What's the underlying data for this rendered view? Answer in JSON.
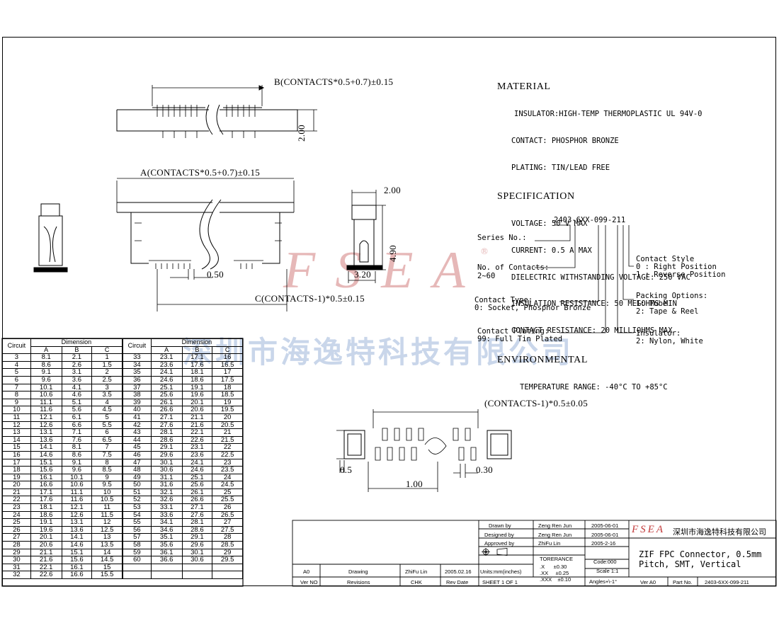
{
  "dims": {
    "b": "B(CONTACTS*0.5+0.7)±0.15",
    "h200": "2.00",
    "a": "A(CONTACTS*0.5+0.7)±0.15",
    "w200": "2.00",
    "h490": "4.90",
    "w320": "3.20",
    "p050": "0.50",
    "c": "C(CONTACTS-1)*0.5±0.15",
    "pad_pitch": "(CONTACTS-1)*0.5±0.05",
    "pad05": "0.5",
    "pad030": "0.30",
    "pad100": "1.00"
  },
  "material": {
    "title": "MATERIAL",
    "lines": [
      "INSULATOR:HIGH-TEMP THERMOPLASTIC UL 94V-0",
      "CONTACT: PHOSPHOR BRONZE",
      "PLATING: TIN/LEAD FREE"
    ]
  },
  "specification": {
    "title": "SPECIFICATION",
    "lines": [
      "VOLTAGE: 50 V MAX",
      "CURRENT: 0.5 A MAX",
      "DIELECTRIC WITHSTANDING VOLTAGE: 250 VAC",
      "INSULATION RESISTANCE: 50 MEGOHMS MIN",
      "CONTACT RESISTANCE: 20 MILLIOHMS MAX"
    ]
  },
  "environmental": {
    "title": "ENVIRONMENTAL",
    "lines": [
      "TEMPERATURE RANGE: -40°C TO +85°C"
    ]
  },
  "part_number": {
    "code": "2403-6XX-099-211",
    "series": "Series No.:",
    "contacts": "No. of Contacts:",
    "contacts_range": "2~60",
    "type": "Contact Type:",
    "type_val": "0: Socket, Phosphor Bronze",
    "plating": "Contact Plating:",
    "plating_val": "99: Full Tin Plated",
    "style": "Contact Style",
    "style_0": "0 : Right Position",
    "style_1": "1 : Reverse Position",
    "packing": "Packing Options:",
    "packing_1": "1: Tube",
    "packing_2": "2: Tape & Reel",
    "insulator": "Insulator:",
    "insulator_2": "2: Nylon, White"
  },
  "watermark": {
    "latin": "FSEA",
    "registered": "®",
    "cn": "深圳市海逸特科技有限公司"
  },
  "table": {
    "h_circuit": "Circuit",
    "h_dimension": "Dimension",
    "cols": [
      "A",
      "B",
      "C"
    ],
    "left": [
      [
        "3",
        "8.1",
        "2.1",
        "1"
      ],
      [
        "4",
        "8.6",
        "2.6",
        "1.5"
      ],
      [
        "5",
        "9.1",
        "3.1",
        "2"
      ],
      [
        "6",
        "9.6",
        "3.6",
        "2.5"
      ],
      [
        "7",
        "10.1",
        "4.1",
        "3"
      ],
      [
        "8",
        "10.6",
        "4.6",
        "3.5"
      ],
      [
        "9",
        "11.1",
        "5.1",
        "4"
      ],
      [
        "10",
        "11.6",
        "5.6",
        "4.5"
      ],
      [
        "11",
        "12.1",
        "6.1",
        "5"
      ],
      [
        "12",
        "12.6",
        "6.6",
        "5.5"
      ],
      [
        "13",
        "13.1",
        "7.1",
        "6"
      ],
      [
        "14",
        "13.6",
        "7.6",
        "6.5"
      ],
      [
        "15",
        "14.1",
        "8.1",
        "7"
      ],
      [
        "16",
        "14.6",
        "8.6",
        "7.5"
      ],
      [
        "17",
        "15.1",
        "9.1",
        "8"
      ],
      [
        "18",
        "15.6",
        "9.6",
        "8.5"
      ],
      [
        "19",
        "16.1",
        "10.1",
        "9"
      ],
      [
        "20",
        "16.6",
        "10.6",
        "9.5"
      ],
      [
        "21",
        "17.1",
        "11.1",
        "10"
      ],
      [
        "22",
        "17.6",
        "11.6",
        "10.5"
      ],
      [
        "23",
        "18.1",
        "12.1",
        "11"
      ],
      [
        "24",
        "18.6",
        "12.6",
        "11.5"
      ],
      [
        "25",
        "19.1",
        "13.1",
        "12"
      ],
      [
        "26",
        "19.6",
        "13.6",
        "12.5"
      ],
      [
        "27",
        "20.1",
        "14.1",
        "13"
      ],
      [
        "28",
        "20.6",
        "14.6",
        "13.5"
      ],
      [
        "29",
        "21.1",
        "15.1",
        "14"
      ],
      [
        "30",
        "21.6",
        "15.6",
        "14.5"
      ],
      [
        "31",
        "22.1",
        "16.1",
        "15"
      ],
      [
        "32",
        "22.6",
        "16.6",
        "15.5"
      ]
    ],
    "right": [
      [
        "33",
        "23.1",
        "17.1",
        "16"
      ],
      [
        "34",
        "23.6",
        "17.6",
        "16.5"
      ],
      [
        "35",
        "24.1",
        "18.1",
        "17"
      ],
      [
        "36",
        "24.6",
        "18.6",
        "17.5"
      ],
      [
        "37",
        "25.1",
        "19.1",
        "18"
      ],
      [
        "38",
        "25.6",
        "19.6",
        "18.5"
      ],
      [
        "39",
        "26.1",
        "20.1",
        "19"
      ],
      [
        "40",
        "26.6",
        "20.6",
        "19.5"
      ],
      [
        "41",
        "27.1",
        "21.1",
        "20"
      ],
      [
        "42",
        "27.6",
        "21.6",
        "20.5"
      ],
      [
        "43",
        "28.1",
        "22.1",
        "21"
      ],
      [
        "44",
        "28.6",
        "22.6",
        "21.5"
      ],
      [
        "45",
        "29.1",
        "23.1",
        "22"
      ],
      [
        "46",
        "29.6",
        "23.6",
        "22.5"
      ],
      [
        "47",
        "30.1",
        "24.1",
        "23"
      ],
      [
        "48",
        "30.6",
        "24.6",
        "23.5"
      ],
      [
        "49",
        "31.1",
        "25.1",
        "24"
      ],
      [
        "50",
        "31.6",
        "25.6",
        "24.5"
      ],
      [
        "51",
        "32.1",
        "26.1",
        "25"
      ],
      [
        "52",
        "32.6",
        "26.6",
        "25.5"
      ],
      [
        "53",
        "33.1",
        "27.1",
        "26"
      ],
      [
        "54",
        "33.6",
        "27.6",
        "26.5"
      ],
      [
        "55",
        "34.1",
        "28.1",
        "27"
      ],
      [
        "56",
        "34.6",
        "28.6",
        "27.5"
      ],
      [
        "57",
        "35.1",
        "29.1",
        "28"
      ],
      [
        "58",
        "35.6",
        "29.6",
        "28.5"
      ],
      [
        "59",
        "36.1",
        "30.1",
        "29"
      ],
      [
        "60",
        "36.6",
        "30.6",
        "29.5"
      ]
    ]
  },
  "titleblock": {
    "drawn_label": "Drawn   by",
    "drawn_name": "Zeng Ren Jun",
    "drawn_date": "2005-06-01",
    "designed_label": "Designed by",
    "designed_name": "Zeng Ren Jun",
    "designed_date": "2005-06-01",
    "approved_label": "Approved by",
    "approved_name": "ZhiFu Lin",
    "approved_date": "2005-2-16",
    "tolerance": "TORERANCE",
    "tol_x": ".X      ±0.30",
    "tol_xx": ".XX     ±0.25",
    "tol_xxx": ".XXX    ±0.10",
    "code": "Code:000",
    "scale": "Scale 1:1",
    "angles": "Angles+\\-1°",
    "rev_a0": "A0",
    "rev_drawing": "Drawing",
    "rev_zhifu": "ZhiFu Lin",
    "rev_date": "2005.02.16",
    "units": "Units:mm(inches)",
    "hdr_verno": "Ver NO",
    "hdr_revisions": "Revisions",
    "hdr_chk": "CHK",
    "hdr_revdate": "Rev Date",
    "sheet": "SHEET 1 OF 1",
    "logo": "FSEA",
    "company": "深圳市海逸特科技有限公司",
    "desc1": "ZIF FPC Connector, 0.5mm",
    "desc2": "Pitch, SMT, Vertical",
    "ver": "Ver A0",
    "partno_label": "Part No.",
    "partno": "2403-6XX-099-211"
  }
}
